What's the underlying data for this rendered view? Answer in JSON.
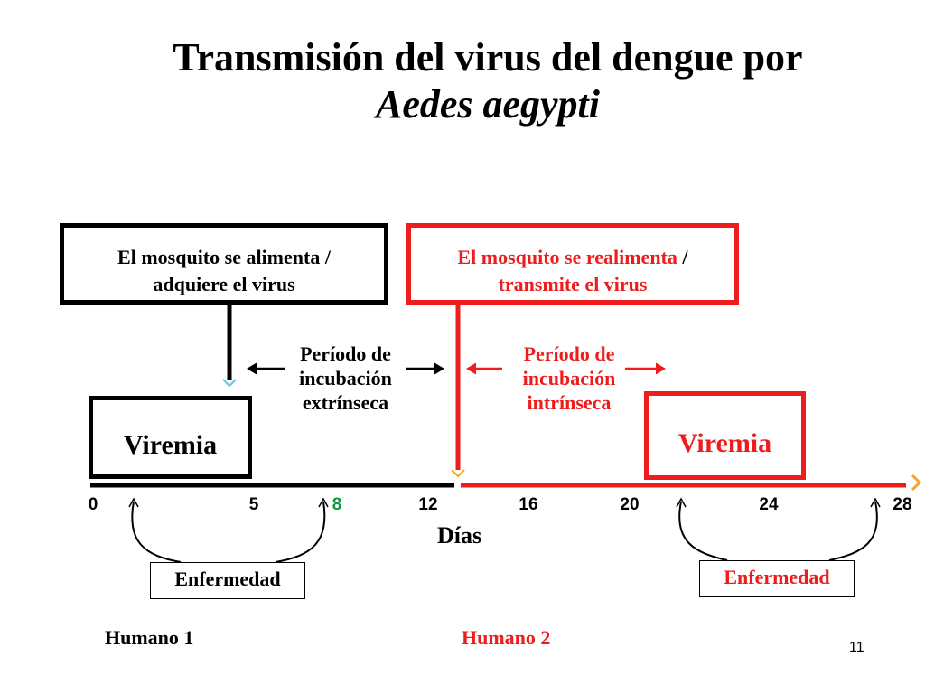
{
  "title": {
    "line1": "Transmisión del virus del dengue por",
    "line2": "Aedes aegypti"
  },
  "box_left": {
    "line1": "El mosquito se alimenta /",
    "line2": "adquiere el virus"
  },
  "box_right": {
    "line1_red": "El mosquito se realimenta",
    "line1_black": " /",
    "line2": "transmite el virus"
  },
  "period_extrinsic": {
    "line1": "Período de",
    "line2": "incubación",
    "line3": "extrínseca"
  },
  "period_intrinsic": {
    "line1": "Período de",
    "line2": "incubación",
    "line3": "intrínseca"
  },
  "viremia_1": "Viremia",
  "viremia_2": "Viremia",
  "axis": {
    "label": "Días",
    "ticks": [
      "0",
      "5",
      "8",
      "12",
      "16",
      "20",
      "24",
      "28"
    ]
  },
  "enfermedad_1": "Enfermedad",
  "enfermedad_2": "Enfermedad",
  "human_1": "Humano 1",
  "human_2": "Humano 2",
  "page_number": "11",
  "colors": {
    "red": "#ee1c1c",
    "black": "#000000",
    "green": "#0a9a3a",
    "orange": "#f5a623",
    "cyan": "#5ac8e8"
  }
}
